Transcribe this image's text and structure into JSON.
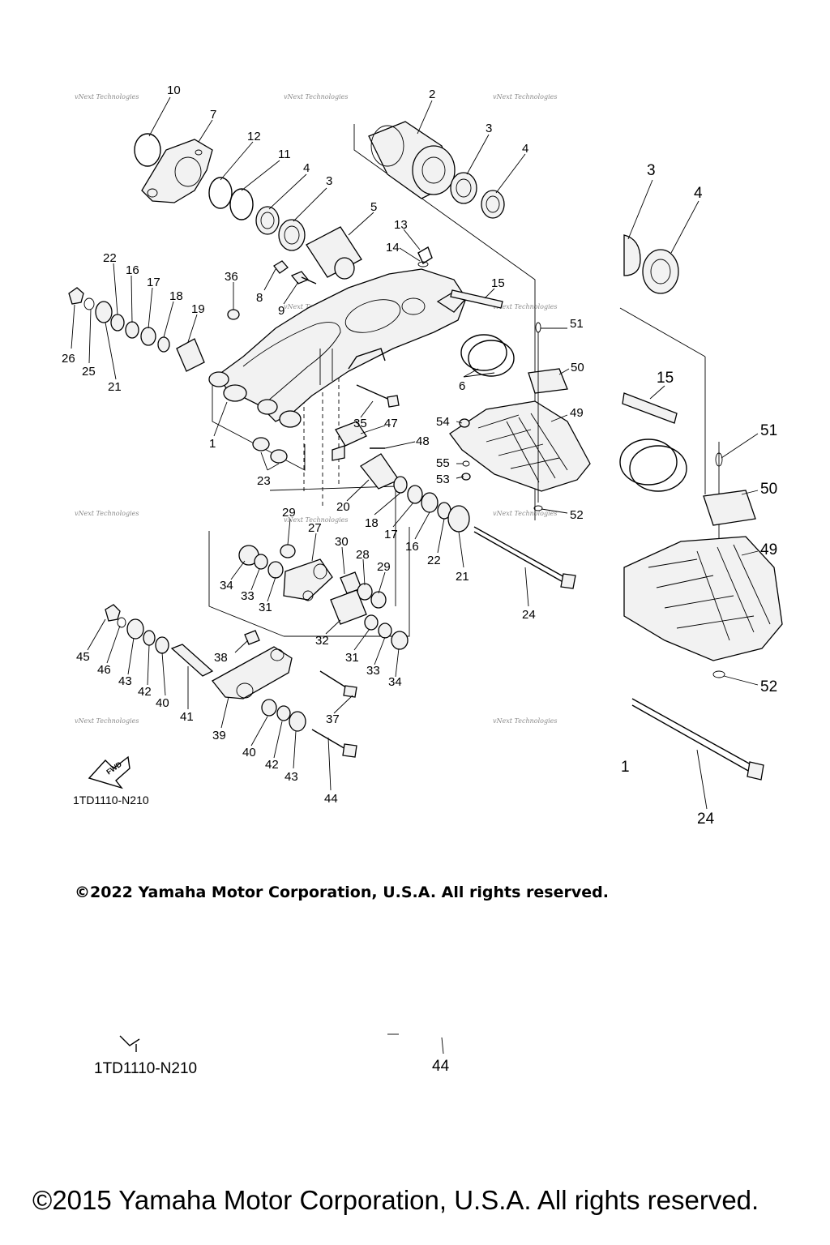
{
  "diagram": {
    "code_main": "1TD1110-N210",
    "code_lower": "1TD1110-N210",
    "fwd_label": "FWD",
    "watermark": "vNext Technologies",
    "copyright_2022": "©2022 Yamaha Motor Corporation, U.S.A. All rights reserved.",
    "copyright_2015": "©2015 Yamaha Motor Corporation, U.S.A. All rights reserved.",
    "callouts_main": [
      "10",
      "7",
      "12",
      "11",
      "4",
      "3",
      "2",
      "3",
      "4",
      "5",
      "13",
      "14",
      "15",
      "22",
      "16",
      "17",
      "18",
      "19",
      "36",
      "8",
      "9",
      "26",
      "25",
      "21",
      "1",
      "6",
      "51",
      "50",
      "49",
      "35",
      "47",
      "54",
      "48",
      "55",
      "53",
      "52",
      "23",
      "20",
      "18",
      "17",
      "16",
      "22",
      "21",
      "29",
      "27",
      "30",
      "28",
      "29",
      "34",
      "33",
      "31",
      "32",
      "31",
      "33",
      "34",
      "24",
      "45",
      "46",
      "43",
      "42",
      "40",
      "41",
      "38",
      "39",
      "40",
      "42",
      "43",
      "37",
      "44"
    ],
    "callouts_inset": [
      "3",
      "4",
      "15",
      "51",
      "50",
      "49",
      "52",
      "1",
      "24"
    ],
    "callouts_lower": [
      "44"
    ]
  }
}
